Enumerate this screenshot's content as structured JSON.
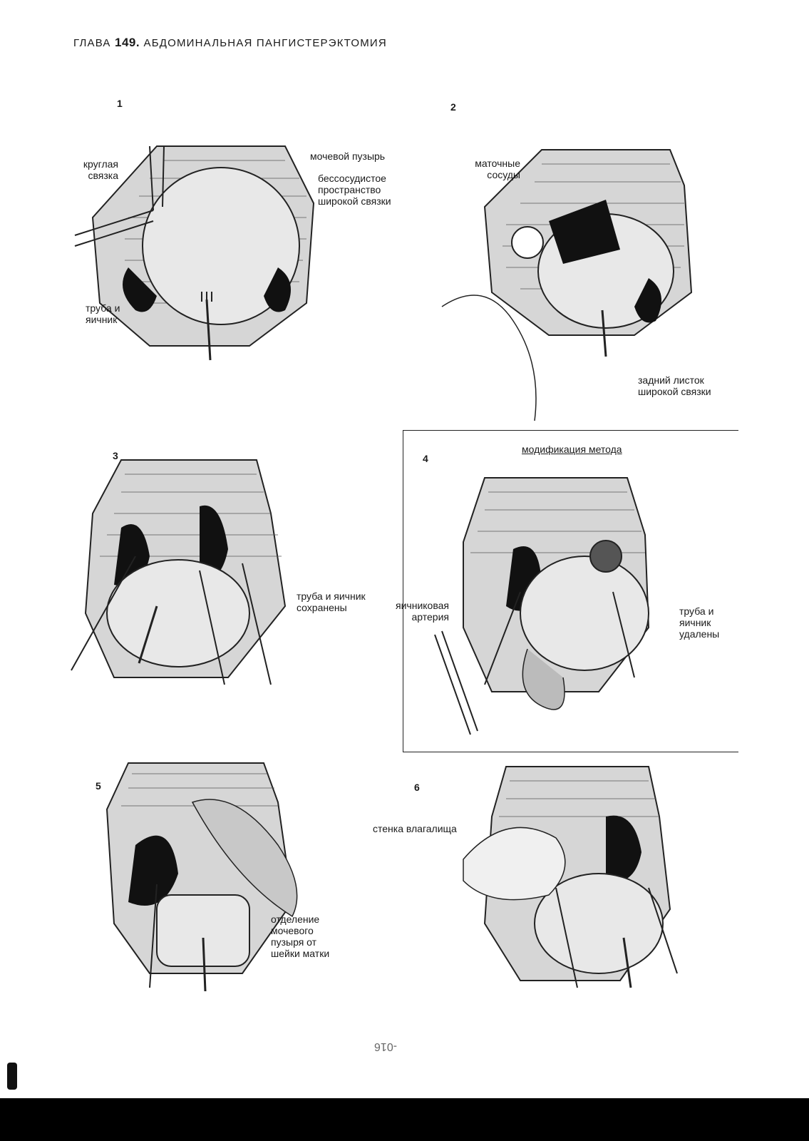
{
  "header": {
    "prefix": "ГЛАВА",
    "number": "149.",
    "title": "АБДОМИНАЛЬНАЯ ПАНГИСТЕРЭКТОМИЯ"
  },
  "figures": [
    {
      "num": "1",
      "labels": [
        "круглая связка",
        "мочевой пузырь",
        "бессосудистое пространство широкой связки",
        "труба и яичник"
      ]
    },
    {
      "num": "2",
      "labels": [
        "маточные сосуды",
        "задний листок широкой связки"
      ]
    },
    {
      "num": "3",
      "labels": [
        "труба и яичник сохранены"
      ]
    },
    {
      "num": "4",
      "labels": [
        "модификация метода",
        "яичниковая артерия",
        "труба и яичник удалены"
      ]
    },
    {
      "num": "5",
      "labels": [
        "отделение мочевого пузыря от шейки матки"
      ]
    },
    {
      "num": "6",
      "labels": [
        "стенка влагалища"
      ]
    }
  ],
  "page_number": "-016"
}
